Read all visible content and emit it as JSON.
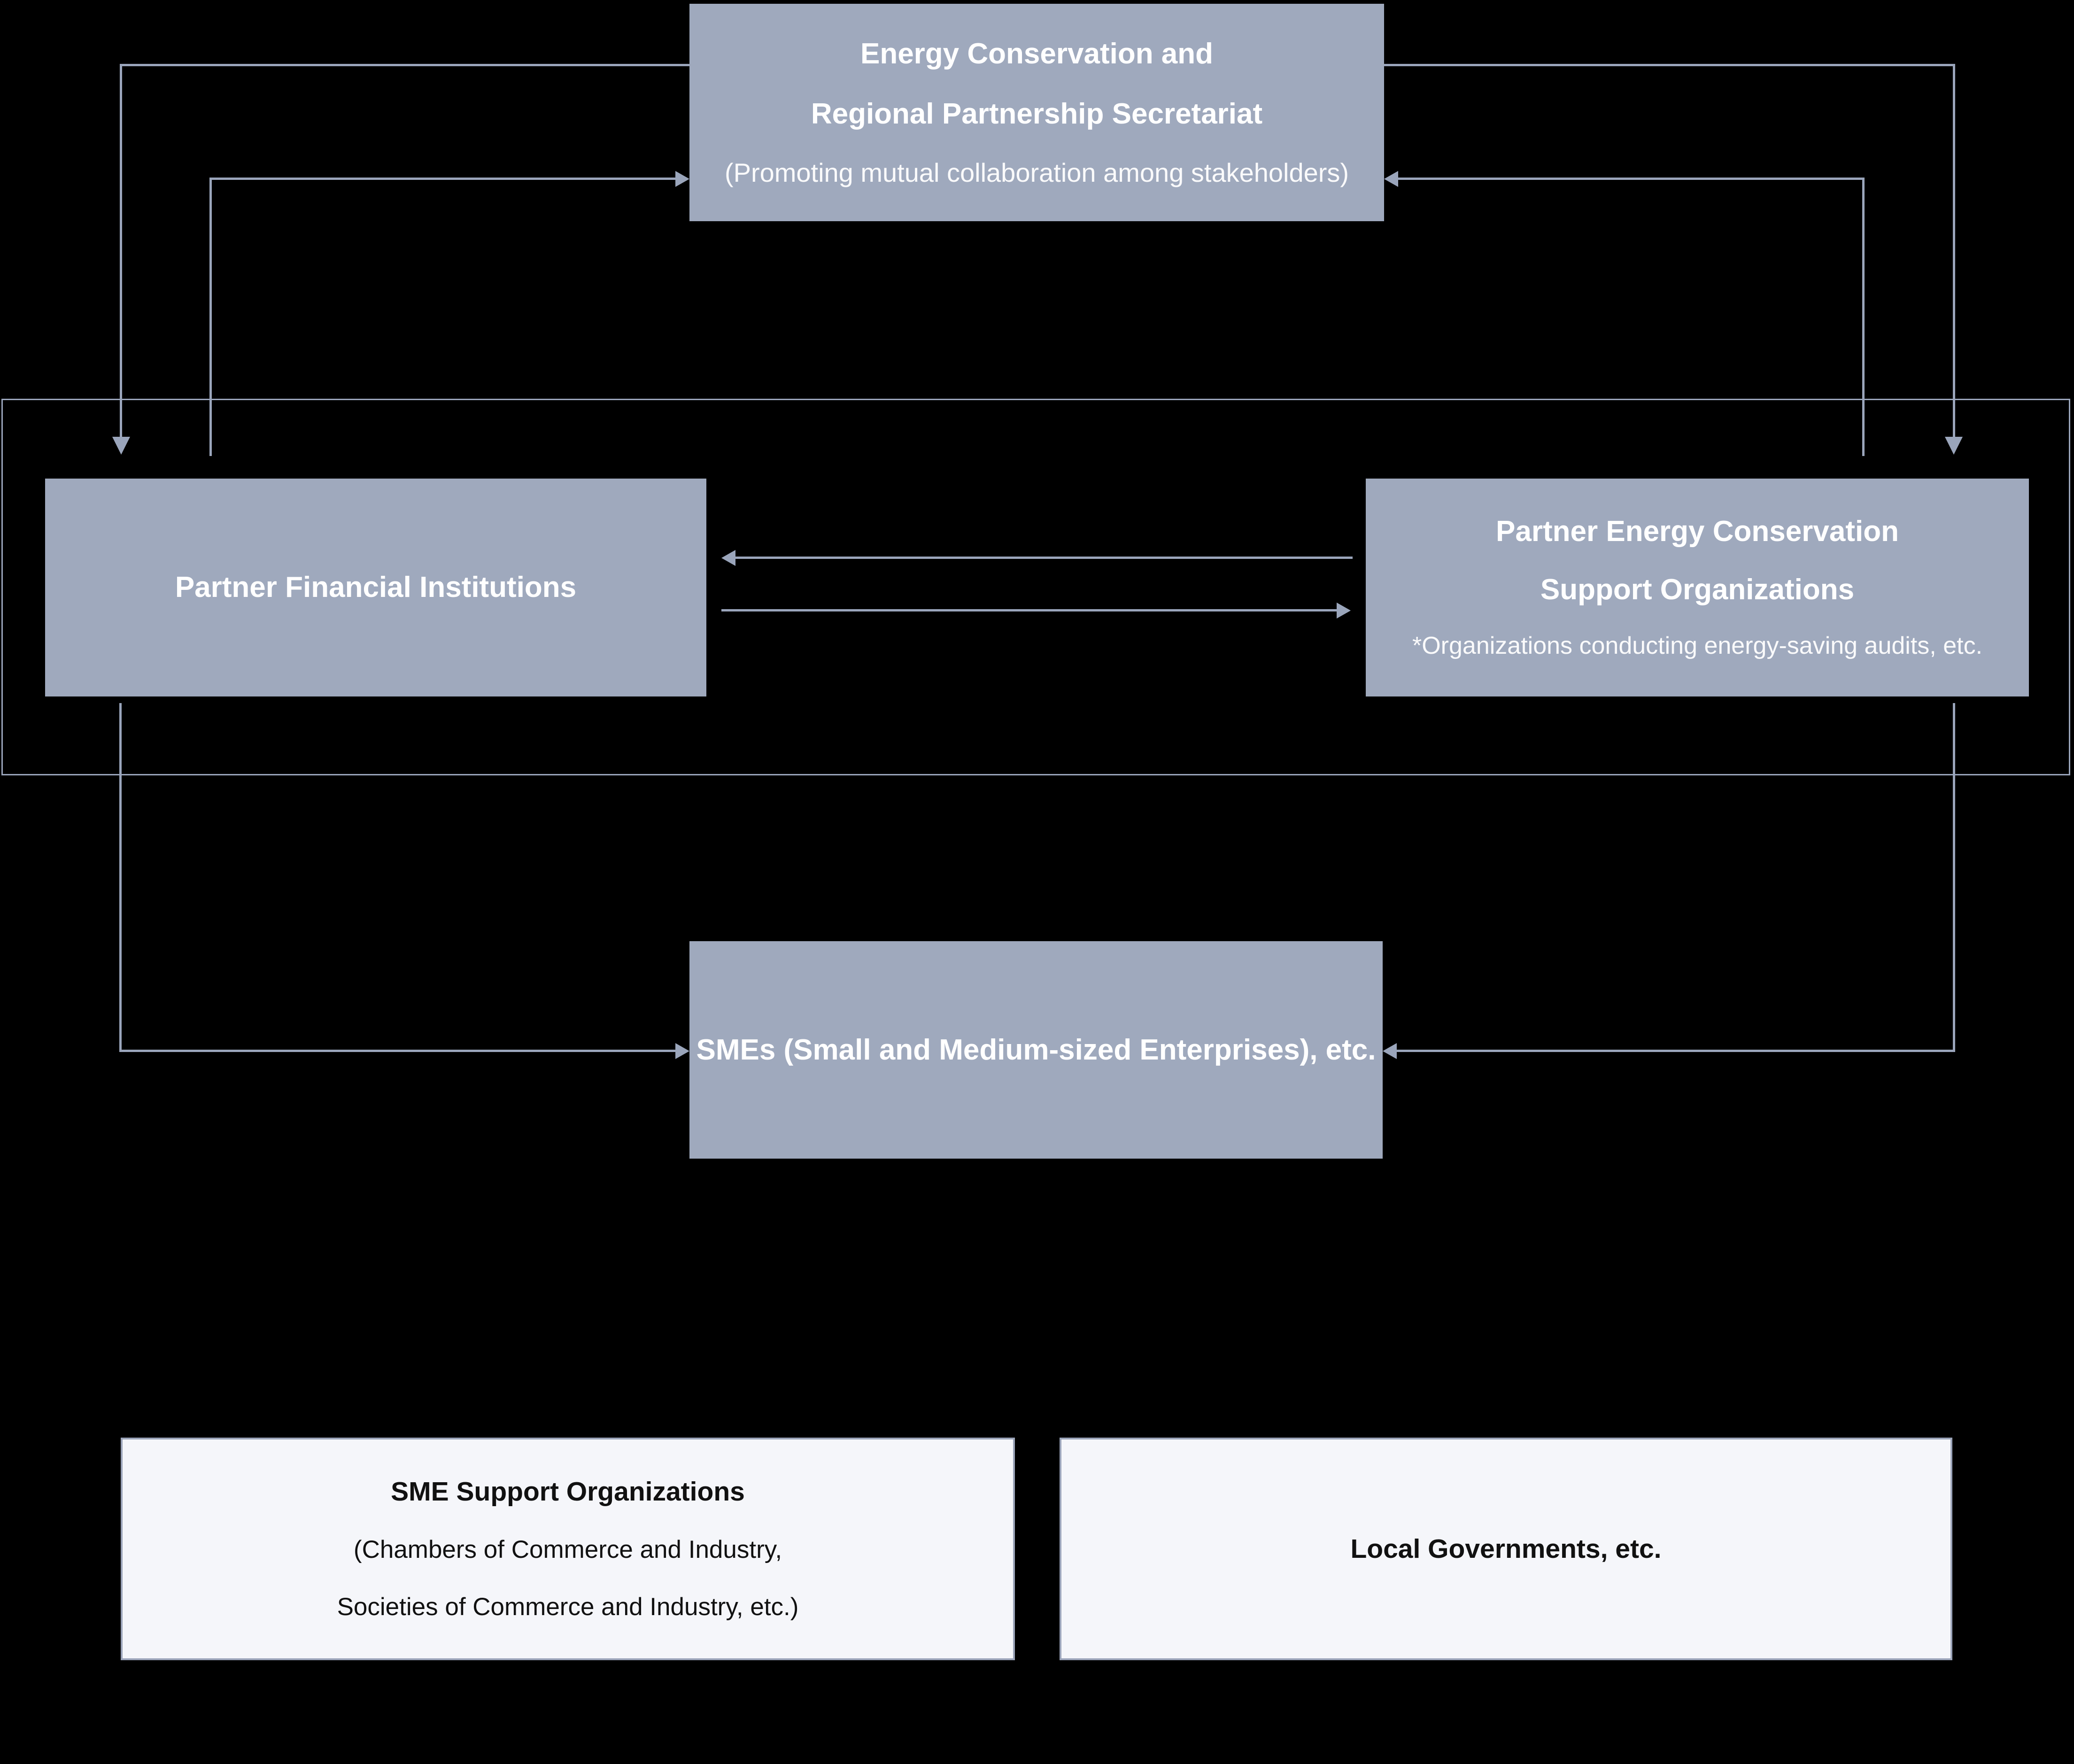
{
  "colors": {
    "background": "#000000",
    "node_fill": "#9fa9bd",
    "node_text": "#ffffff",
    "line": "#9aa5bb",
    "panel_fill": "#f5f6fa",
    "panel_border": "#9aa3b8",
    "panel_text": "#111111"
  },
  "nodes": {
    "secretariat": {
      "line1": "Energy Conservation and",
      "line2": "Regional Partnership Secretariat",
      "line3": "(Promoting mutual collaboration among stakeholders)"
    },
    "financial": {
      "label": "Partner Financial Institutions"
    },
    "energy_support": {
      "line1": "Partner Energy Conservation",
      "line2": "Support Organizations",
      "note": "*Organizations conducting energy-saving audits, etc."
    },
    "smes": {
      "label": "SMEs (Small and Medium-sized Enterprises), etc."
    },
    "sme_support": {
      "line1": "SME Support Organizations",
      "line2": "(Chambers of Commerce and Industry,",
      "line3": "Societies of Commerce and Industry, etc.)"
    },
    "local_gov": {
      "label": "Local Governments, etc."
    }
  }
}
